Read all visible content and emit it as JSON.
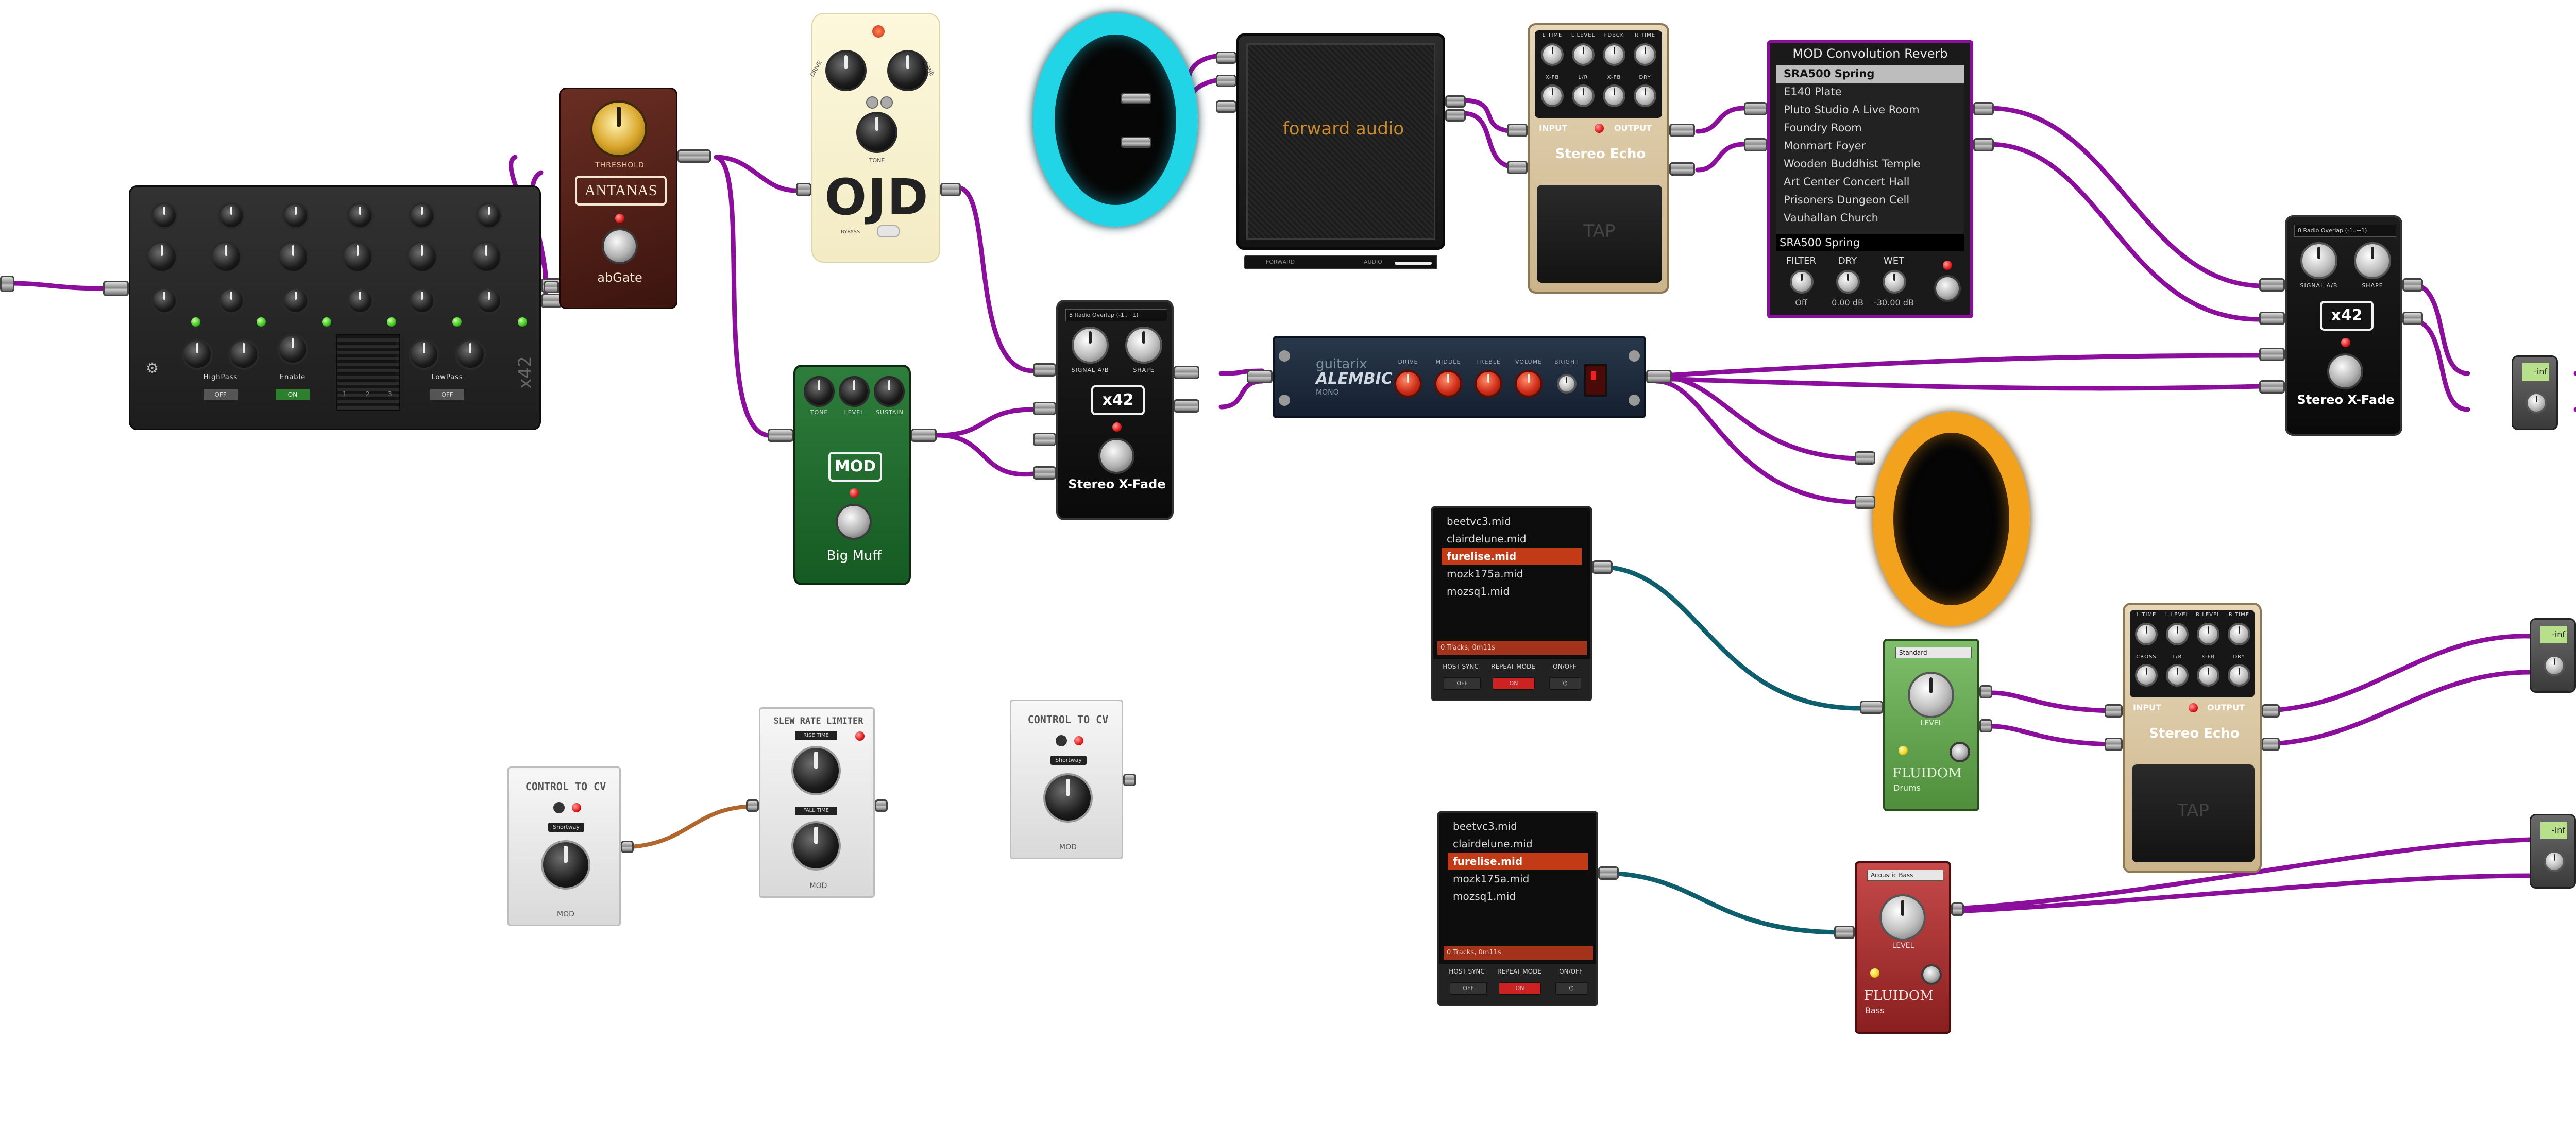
{
  "colors": {
    "cable_audio": "#8b0f9c",
    "cable_midi": "#0e5f6e",
    "cable_cv": "#b0662c",
    "background": "#ffffff"
  },
  "mixer": {
    "brand_side": "x42",
    "sections": [
      {
        "label": "HighPass",
        "switch": "OFF"
      },
      {
        "label": "Enable",
        "switch": "ON"
      },
      {
        "label": "LowPass",
        "switch": "OFF"
      }
    ],
    "display_cells": [
      "1",
      "2",
      "3"
    ]
  },
  "abgate": {
    "knob_label": "THRESHOLD",
    "brand": "ANTANAS",
    "name": "abGate"
  },
  "ojd": {
    "name": "OJD",
    "knob_left": "DRIVE",
    "knob_right": "TONE",
    "knob_bottom": "TONE",
    "switch_label": "BYPASS"
  },
  "bigmuff": {
    "knob_labels": [
      "TONE",
      "LEVEL",
      "SUSTAIN"
    ],
    "brand": "MOD",
    "name": "Big Muff"
  },
  "xfade_mid": {
    "dropdown": "8 Radio Overlap (-1..+1)",
    "knob_labels": [
      "SIGNAL A/B",
      "SHAPE"
    ],
    "brand": "x42",
    "name": "Stereo X-Fade"
  },
  "xfade_right": {
    "dropdown": "8 Radio Overlap (-1..+1)",
    "knob_labels": [
      "SIGNAL A/B",
      "SHAPE"
    ],
    "brand": "x42",
    "name": "Stereo X-Fade"
  },
  "cabinet": {
    "brand": "forward audio",
    "bar_left": "FORWARD",
    "bar_right": "AUDIO"
  },
  "echo_top": {
    "knob_labels": [
      "L TIME",
      "L LEVEL",
      "FDBCK",
      "R TIME",
      "X-FB",
      "L/R",
      "X-FB",
      "DRY"
    ],
    "input": "INPUT",
    "output": "OUTPUT",
    "name": "Stereo Echo",
    "tap": "TAP"
  },
  "echo_bottom": {
    "knob_labels": [
      "L TIME",
      "L LEVEL",
      "R LEVEL",
      "R TIME",
      "CROSS",
      "L/R",
      "X-FB",
      "DRY"
    ],
    "input": "INPUT",
    "output": "OUTPUT",
    "name": "Stereo Echo",
    "tap": "TAP"
  },
  "reverb": {
    "title": "MOD Convolution Reverb",
    "items": [
      "SRA500 Spring",
      "E140 Plate",
      "Pluto Studio A Live Room",
      "Foundry Room",
      "Monmart Foyer",
      "Wooden Buddhist Temple",
      "Art Center Concert Hall",
      "Prisoners Dungeon Cell",
      "Vauhallan Church"
    ],
    "selected": "SRA500 Spring",
    "knob_labels": [
      "FILTER",
      "DRY",
      "WET"
    ],
    "knob_values": [
      "Off",
      "0.00 dB",
      "-30.00 dB"
    ]
  },
  "alembic": {
    "brand": "guitarix",
    "name": "ALEMBIC",
    "sub": "MONO",
    "knob_labels": [
      "DRIVE",
      "MIDDLE",
      "TREBLE",
      "VOLUME",
      "BRIGHT"
    ]
  },
  "midi_top": {
    "files": [
      "beetvc3.mid",
      "clairdelune.mid",
      "furelise.mid",
      "mozk175a.mid",
      "mozsq1.mid"
    ],
    "selected": "furelise.mid",
    "status": "0 Tracks, 0m11s",
    "buttons": [
      "HOST SYNC",
      "REPEAT MODE",
      "ON/OFF"
    ],
    "toggles": [
      "OFF",
      "ON"
    ]
  },
  "midi_bottom": {
    "files": [
      "beetvc3.mid",
      "clairdelune.mid",
      "furelise.mid",
      "mozk175a.mid",
      "mozsq1.mid"
    ],
    "selected": "furelise.mid",
    "status": "0 Tracks, 0m11s",
    "buttons": [
      "HOST SYNC",
      "REPEAT MODE",
      "ON/OFF"
    ],
    "toggles": [
      "OFF",
      "ON"
    ]
  },
  "fluidom_drums": {
    "dropdown": "Standard",
    "knob": "LEVEL",
    "name": "FLUIDOM",
    "sub": "Drums"
  },
  "fluidom_bass": {
    "dropdown": "Acoustic Bass",
    "knob": "LEVEL",
    "name": "FLUIDOM",
    "sub": "Bass"
  },
  "meters": [
    "-inf",
    "-inf",
    "-inf"
  ],
  "cv1": {
    "title": "CONTROL TO CV",
    "badge": "Shortway",
    "brand": "MOD"
  },
  "slew": {
    "title": "SLEW RATE LIMITER",
    "label1": "RISE TIME",
    "label2": "FALL TIME",
    "brand": "MOD"
  },
  "cv2": {
    "title": "CONTROL TO CV",
    "badge": "Shortway",
    "brand": "MOD"
  }
}
